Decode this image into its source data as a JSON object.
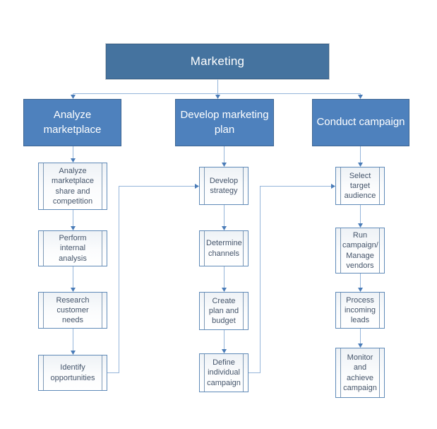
{
  "diagram": {
    "title": "Marketing",
    "columns": [
      {
        "header": "Analyze marketplace",
        "steps": [
          "Analyze marketplace share and competition",
          "Perform internal analysis",
          "Research customer needs",
          "Identify opportunities"
        ]
      },
      {
        "header": "Develop marketing plan",
        "steps": [
          "Develop strategy",
          "Determine channels",
          "Create plan and budget",
          "Define individual campaign"
        ]
      },
      {
        "header": "Conduct campaign",
        "steps": [
          "Select target audience",
          "Run campaign/ Manage vendors",
          "Process incoming leads",
          "Monitor and achieve campaign"
        ]
      }
    ],
    "cross_links": [
      {
        "from": "Identify opportunities",
        "to": "Develop strategy"
      },
      {
        "from": "Define individual campaign",
        "to": "Select target audience"
      }
    ],
    "colors": {
      "root_fill": "#45739f",
      "branch_fill": "#4e81bd",
      "step_border": "#5f8ab8",
      "step_text": "#44546a",
      "connector_line": "#95b5da",
      "arrowhead": "#4a7cb8"
    }
  }
}
